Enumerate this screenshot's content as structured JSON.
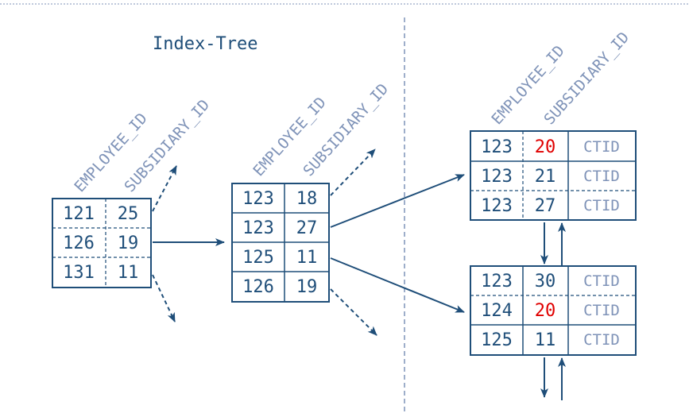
{
  "title": "Index-Tree",
  "columns": {
    "employee": "EMPLOYEE_ID",
    "subsidiary": "SUBSIDIARY_ID"
  },
  "ctid_label": "CTID",
  "colors": {
    "primary": "#1f4e79",
    "highlight": "#e00000",
    "muted": "#7f93b8"
  },
  "root_node": {
    "rows": [
      {
        "emp": "121",
        "sub": "25"
      },
      {
        "emp": "126",
        "sub": "19"
      },
      {
        "emp": "131",
        "sub": "11"
      }
    ]
  },
  "branch_node": {
    "rows": [
      {
        "emp": "123",
        "sub": "18"
      },
      {
        "emp": "123",
        "sub": "27"
      },
      {
        "emp": "125",
        "sub": "11"
      },
      {
        "emp": "126",
        "sub": "19"
      }
    ]
  },
  "leaf_nodes": [
    {
      "rows": [
        {
          "emp": "123",
          "sub": "20",
          "highlight": true
        },
        {
          "emp": "123",
          "sub": "21",
          "highlight": false
        },
        {
          "emp": "123",
          "sub": "27",
          "highlight": false
        }
      ]
    },
    {
      "rows": [
        {
          "emp": "123",
          "sub": "30",
          "highlight": false
        },
        {
          "emp": "124",
          "sub": "20",
          "highlight": true
        },
        {
          "emp": "125",
          "sub": "11",
          "highlight": false
        }
      ]
    }
  ]
}
